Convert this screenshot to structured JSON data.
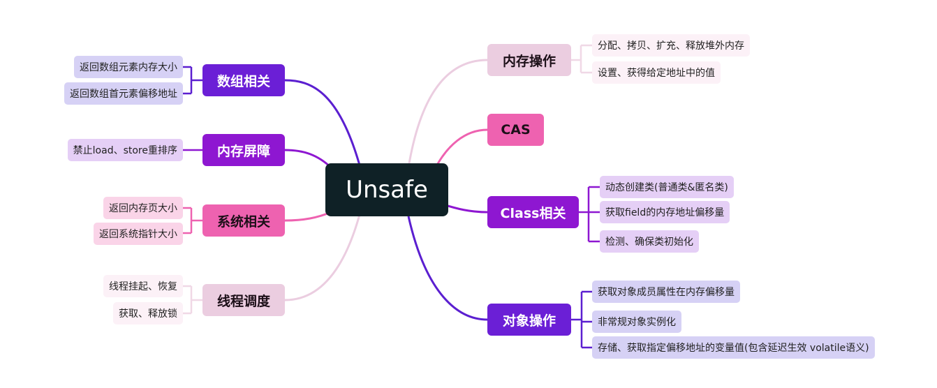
{
  "root": {
    "label": "Unsafe"
  },
  "branches": {
    "array": {
      "label": "数组相关",
      "children": [
        "返回数组元素内存大小",
        "返回数组首元素偏移地址"
      ]
    },
    "barrier": {
      "label": "内存屏障",
      "children": [
        "禁止load、store重排序"
      ]
    },
    "system": {
      "label": "系统相关",
      "children": [
        "返回内存页大小",
        "返回系统指针大小"
      ]
    },
    "thread": {
      "label": "线程调度",
      "children": [
        "线程挂起、恢复",
        "获取、释放锁"
      ]
    },
    "memory": {
      "label": "内存操作",
      "children": [
        "分配、拷贝、扩充、释放堆外内存",
        "设置、获得给定地址中的值"
      ]
    },
    "cas": {
      "label": "CAS",
      "children": []
    },
    "class": {
      "label": "Class相关",
      "children": [
        "动态创建类(普通类&匿名类)",
        "获取field的内存地址偏移量",
        "检测、确保类初始化"
      ]
    },
    "object": {
      "label": "对象操作",
      "children": [
        "获取对象成员属性在内存偏移量",
        "非常规对象实例化",
        "存储、获取指定偏移地址的变量值(包含延迟生效 volatile语义)"
      ]
    }
  },
  "colors": {
    "center": "#0f2126",
    "purple": "#6b1fd6",
    "magenta": "#8e17d1",
    "pink": "#ee62b0",
    "light": "#ebcde0"
  }
}
